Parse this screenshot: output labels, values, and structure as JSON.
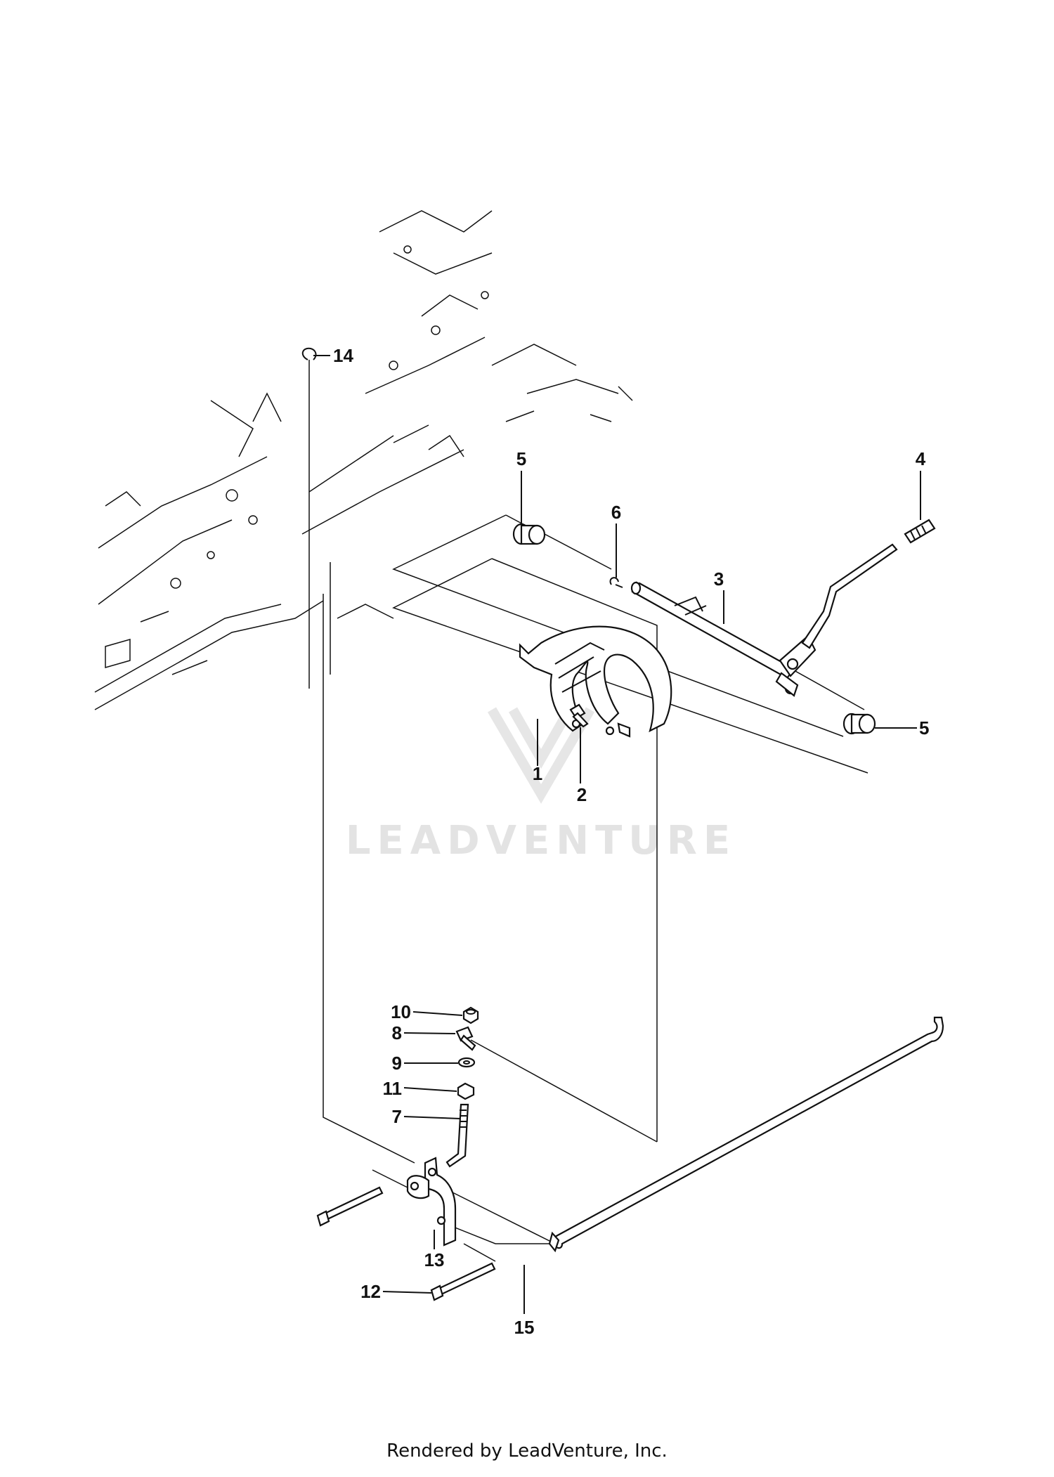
{
  "watermark": "LEADVENTURE",
  "footer": "Rendered by LeadVenture, Inc.",
  "callouts": [
    {
      "id": "c14",
      "label": "14"
    },
    {
      "id": "c5a",
      "label": "5"
    },
    {
      "id": "c6",
      "label": "6"
    },
    {
      "id": "c4",
      "label": "4"
    },
    {
      "id": "c3",
      "label": "3"
    },
    {
      "id": "c5b",
      "label": "5"
    },
    {
      "id": "c1",
      "label": "1"
    },
    {
      "id": "c2",
      "label": "2"
    },
    {
      "id": "c10",
      "label": "10"
    },
    {
      "id": "c8",
      "label": "8"
    },
    {
      "id": "c9",
      "label": "9"
    },
    {
      "id": "c11",
      "label": "11"
    },
    {
      "id": "c7",
      "label": "7"
    },
    {
      "id": "c13",
      "label": "13"
    },
    {
      "id": "c12",
      "label": "12"
    },
    {
      "id": "c15",
      "label": "15"
    }
  ]
}
